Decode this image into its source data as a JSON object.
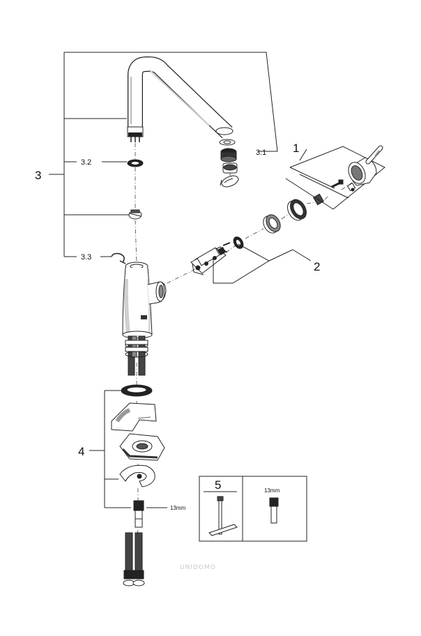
{
  "diagram": {
    "labels": {
      "part_1": "1",
      "part_2": "2",
      "part_3": "3",
      "part_3_1": "3.1",
      "part_3_2": "3.2",
      "part_3_3": "3.3",
      "part_4": "4",
      "part_5": "5",
      "size_nut": "13mm",
      "size_box": "13mm"
    },
    "watermark": "UNIDOMO"
  }
}
